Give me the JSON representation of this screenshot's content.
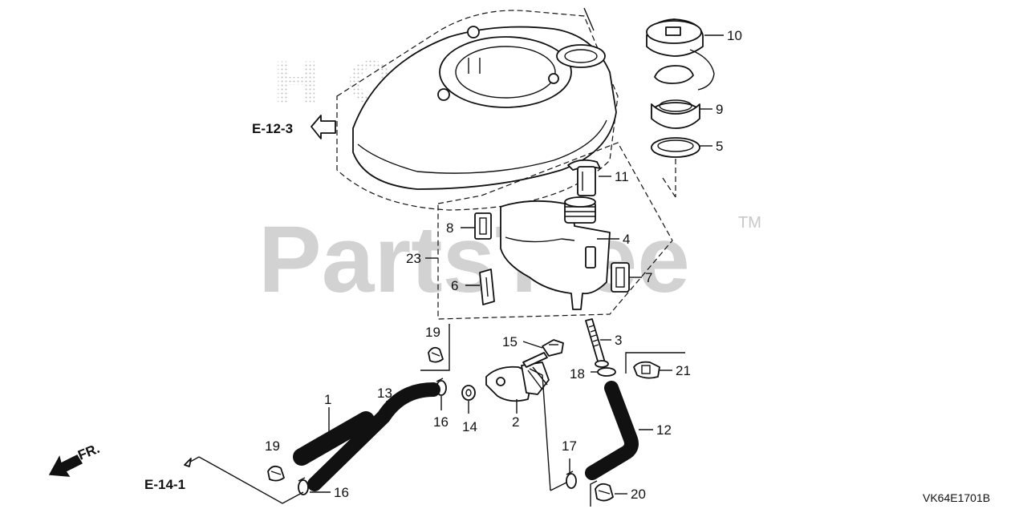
{
  "watermark": {
    "brand": "PartsTree",
    "trademark": "TM",
    "top_faint": "HONDA"
  },
  "references": {
    "e12_3": "E-12-3",
    "e14_1": "E-14-1",
    "front": "FR."
  },
  "callouts": {
    "c1": "1",
    "c2": "2",
    "c3": "3",
    "c4": "4",
    "c5": "5",
    "c6": "6",
    "c7": "7",
    "c8": "8",
    "c9": "9",
    "c10": "10",
    "c11": "11",
    "c12": "12",
    "c13": "13",
    "c14": "14",
    "c15": "15",
    "c16a": "16",
    "c16b": "16",
    "c17": "17",
    "c18": "18",
    "c19a": "19",
    "c19b": "19",
    "c20": "20",
    "c21": "21",
    "c23": "23"
  },
  "diagram_code": "VK64E1701B"
}
